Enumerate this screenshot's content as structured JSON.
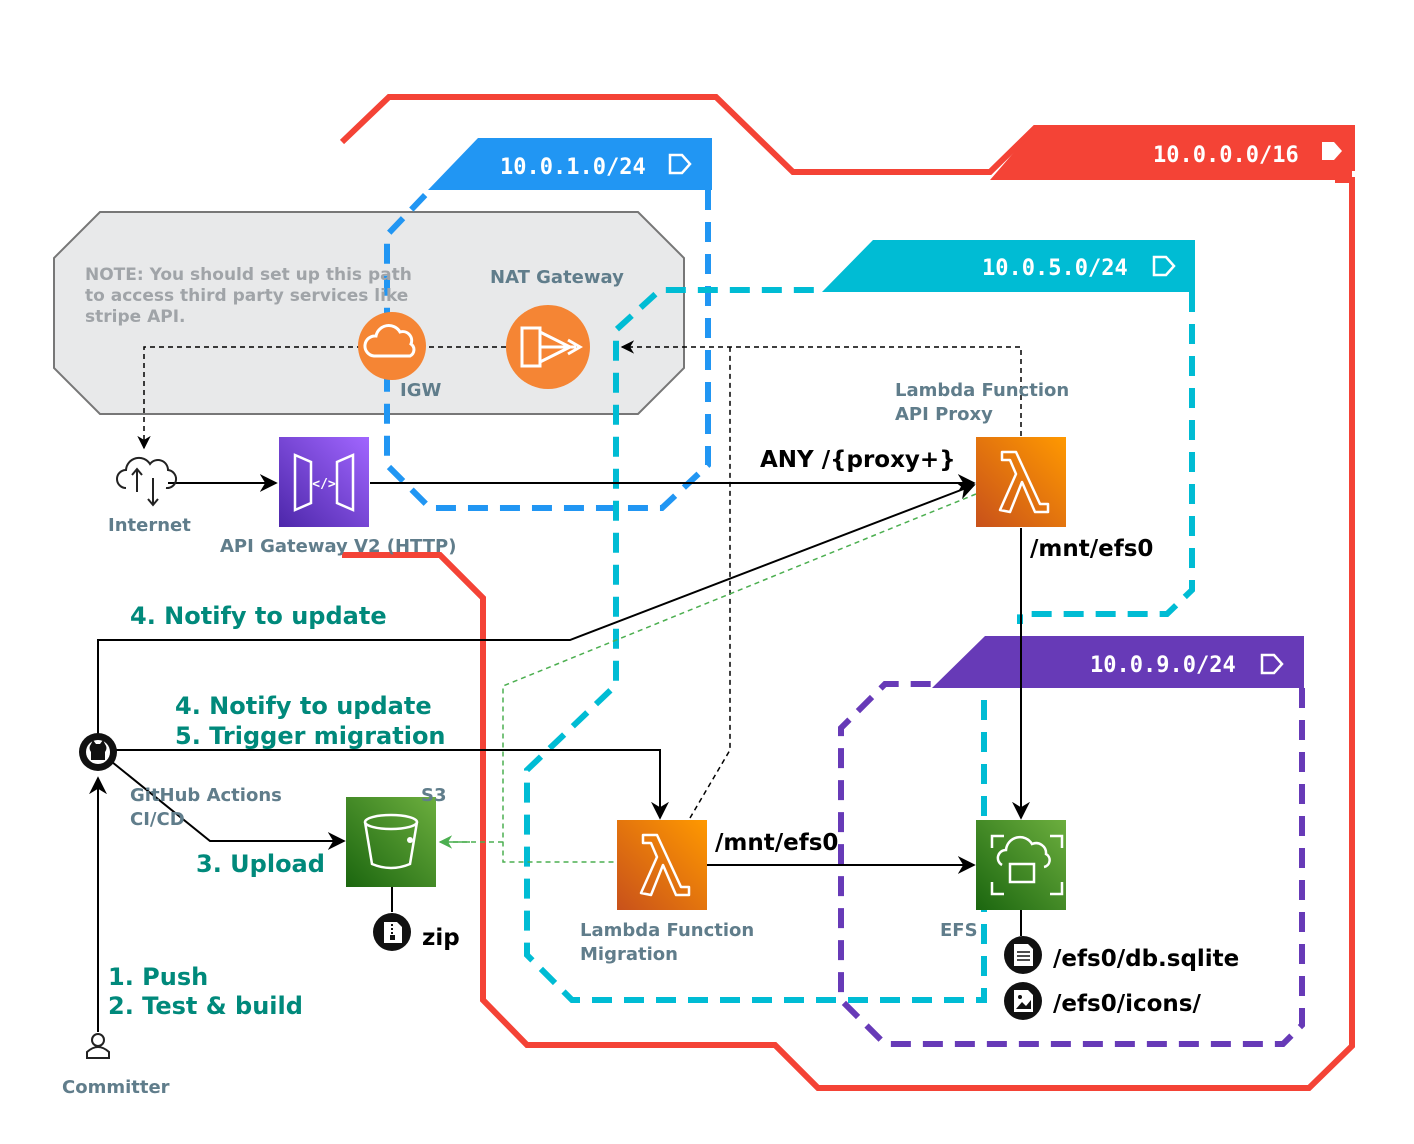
{
  "vpc": {
    "cidr": "10.0.0.0/16",
    "color": "#f44336"
  },
  "subnets": [
    {
      "cidr": "10.0.1.0/24",
      "color": "#2196f3"
    },
    {
      "cidr": "10.0.5.0/24",
      "color": "#00bcd4"
    },
    {
      "cidr": "10.0.9.0/24",
      "color": "#673ab7"
    }
  ],
  "note": {
    "lines": [
      "NOTE: You should set up this path",
      "to access third party services like",
      "stripe API."
    ]
  },
  "services": {
    "nat": "NAT Gateway",
    "igw": "IGW",
    "internet": "Internet",
    "apigw": "API Gateway V2 (HTTP)",
    "lambda_api": [
      "Lambda Function",
      "API Proxy"
    ],
    "lambda_mig": [
      "Lambda Function",
      "Migration"
    ],
    "s3": "S3",
    "efs": "EFS",
    "github": [
      "GitHub Actions",
      "CI/CD"
    ],
    "committer": "Committer"
  },
  "edges": {
    "any_proxy": "ANY /{proxy+}",
    "mnt_api": "/mnt/efs0",
    "mnt_mig": "/mnt/efs0",
    "notify_api": "4. Notify to update",
    "notify_mig": "4. Notify to update",
    "trigger": "5. Trigger migration",
    "upload": "3. Upload",
    "push": "1. Push",
    "build": "2. Test & build"
  },
  "files": {
    "zip": "zip",
    "db": "/efs0/db.sqlite",
    "icons": "/efs0/icons/"
  },
  "colors": {
    "teal_text": "#00897b",
    "gray_text": "#607d8b",
    "lambda_orange": "#ed7100",
    "apigw_purple": "#8c4fff",
    "storage_green": "#3f8624",
    "nat_orange": "#f58534",
    "dashed_green": "#4caf50"
  },
  "icons": [
    "cloud-icon",
    "nat-gateway-icon",
    "internet-icon",
    "api-gateway-icon",
    "lambda-icon",
    "s3-bucket-icon",
    "efs-icon",
    "github-icon",
    "user-icon",
    "file-zip-icon",
    "file-text-icon",
    "file-image-icon",
    "tag-icon"
  ]
}
